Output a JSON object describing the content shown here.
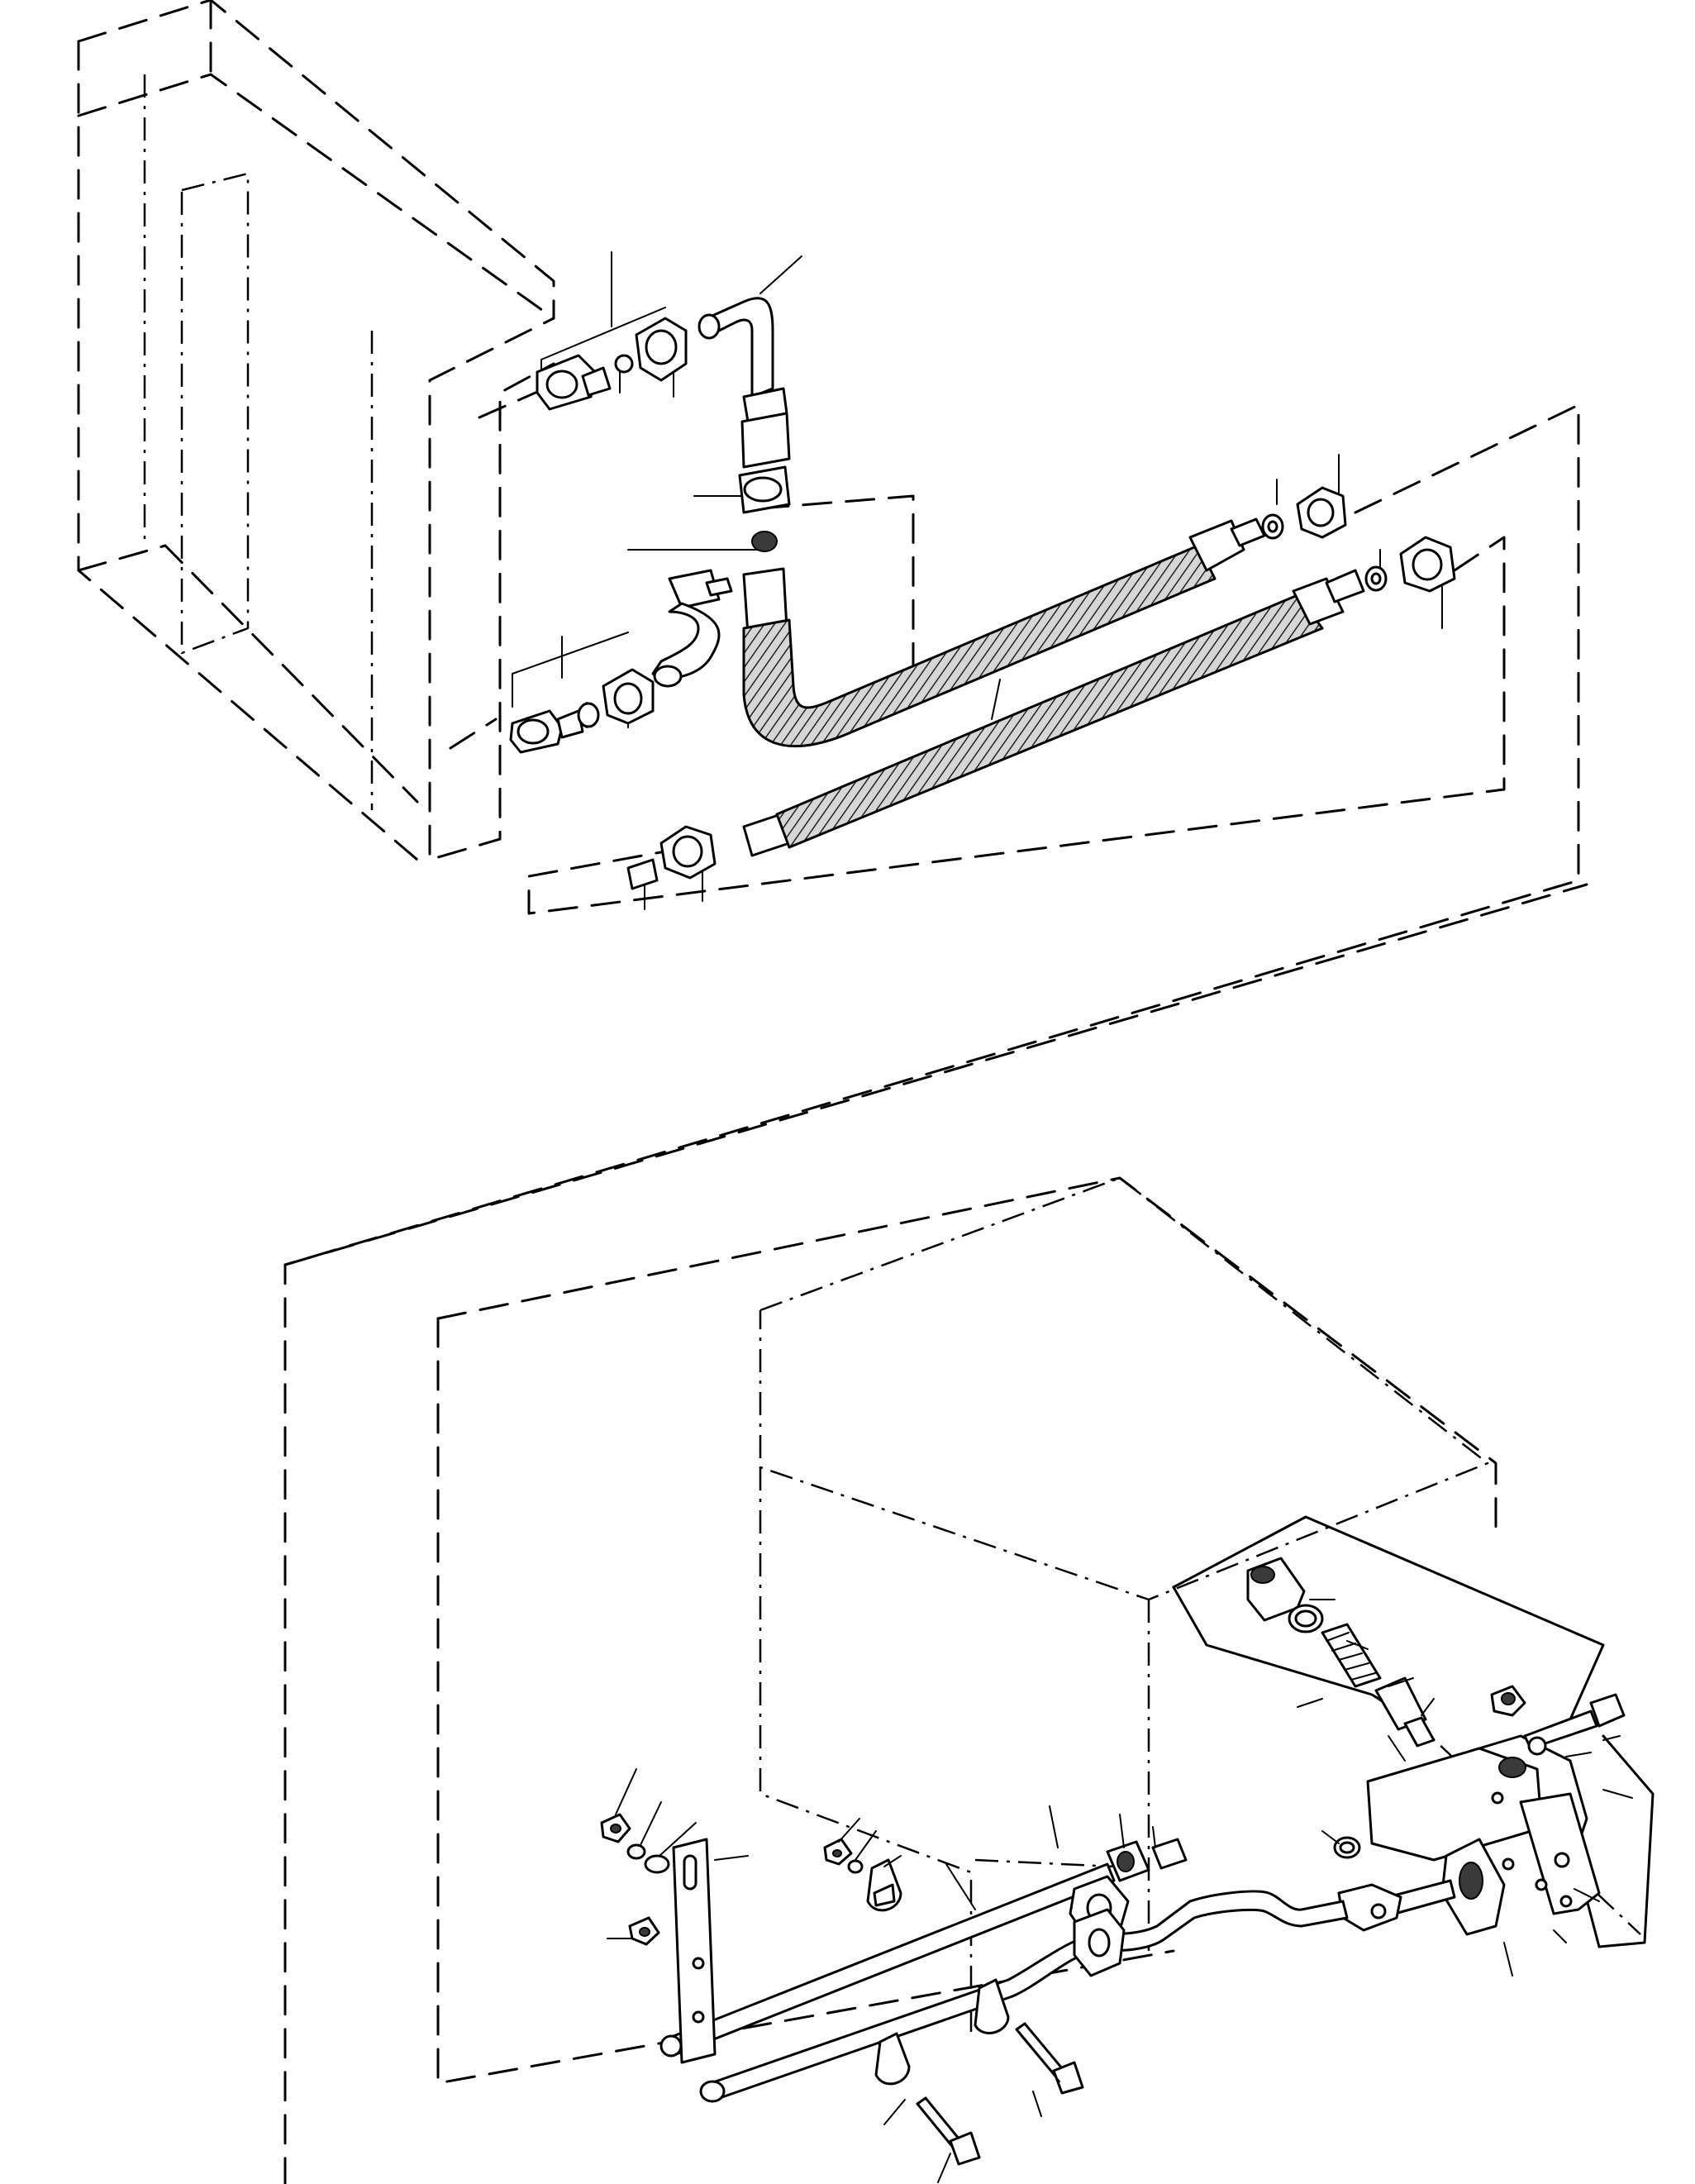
{
  "figure": {
    "kind": "exploded-parts-diagram",
    "labels": [],
    "line_color": "#000000",
    "background": "#ffffff"
  },
  "components": {
    "upper": [
      "radiator-outline",
      "elbow-pipe",
      "fitting-adapter-upper",
      "fitting-adapter-lower",
      "s-pipe",
      "flexible-hose-a",
      "flexible-hose-b",
      "hex-nuts",
      "seal-rings"
    ],
    "lower": [
      "tank-outline",
      "valve-block",
      "relief-spring",
      "valve-plunger",
      "rigid-pipe-a",
      "rigid-pipe-b",
      "mounting-bracket",
      "pipe-clamps",
      "bolts",
      "nuts",
      "washers"
    ]
  }
}
